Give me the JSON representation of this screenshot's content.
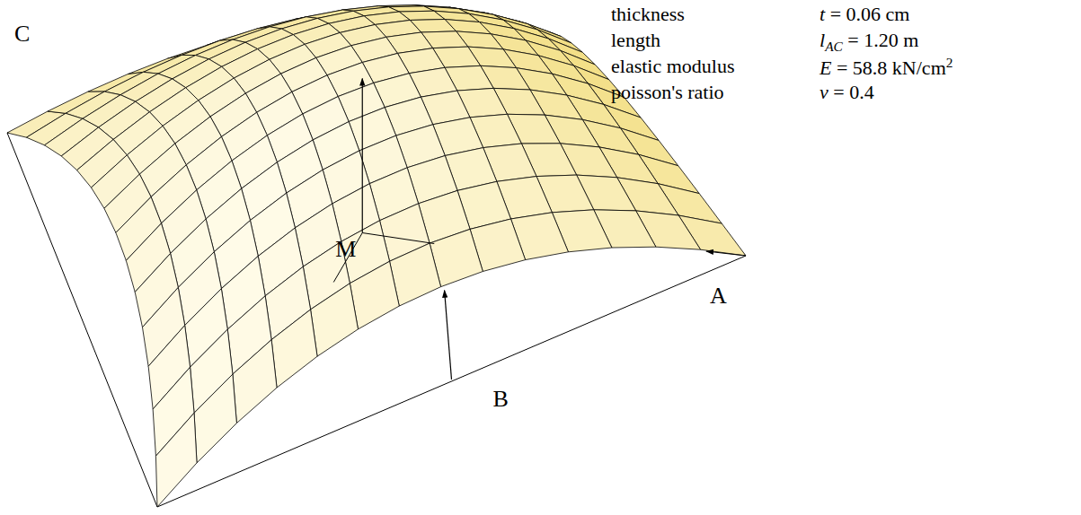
{
  "diagram": {
    "labels": [
      "thickness",
      "t = 0.06 cm",
      "length",
      "lAC = 1.20 m",
      "elastic modulus",
      "E = 58.8 kN/cm2",
      "poisson's ratio",
      "ν = 0.4",
      "C",
      "M",
      "A",
      "B"
    ]
  }
}
